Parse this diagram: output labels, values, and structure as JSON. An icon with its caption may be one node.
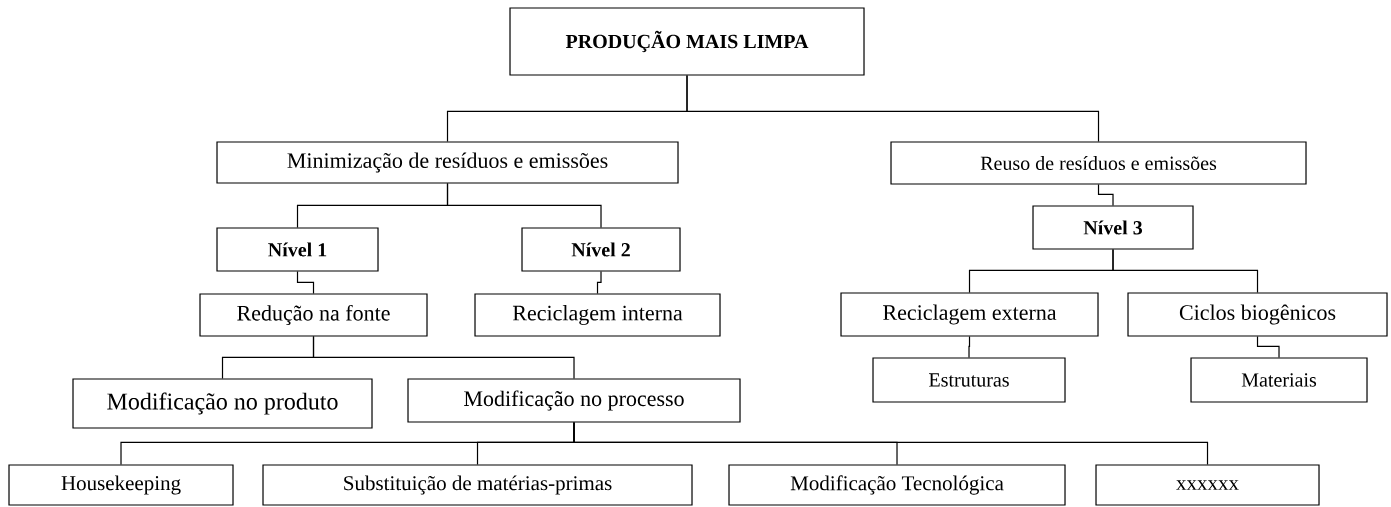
{
  "diagram": {
    "nodes": [
      {
        "text": [
          "PRODUÇÃO MAIS LIMPA"
        ]
      },
      {
        "text": [
          "Minimização de resíduos e emissões"
        ]
      },
      {
        "text": [
          "Reuso de resíduos e emissões"
        ]
      },
      {
        "text": [
          "Nível 1"
        ]
      },
      {
        "text": [
          "Nível 2"
        ]
      },
      {
        "text": [
          "Nível 3"
        ]
      },
      {
        "text": [
          "Redução na fonte"
        ]
      },
      {
        "text": [
          "Reciclagem interna"
        ]
      },
      {
        "text": [
          "Reciclagem externa"
        ]
      },
      {
        "text": [
          "Ciclos biogênicos"
        ]
      },
      {
        "text": [
          "Modificação no produto"
        ]
      },
      {
        "text": [
          "Modificação no processo"
        ]
      },
      {
        "text": [
          "Estruturas"
        ]
      },
      {
        "text": [
          "Materiais"
        ]
      },
      {
        "text": [
          "Housekeeping"
        ]
      },
      {
        "text": [
          "Substituição de matérias-primas"
        ]
      },
      {
        "text": [
          "Modificação Tecnológica"
        ]
      },
      {
        "text": [
          "xxxxxx"
        ]
      }
    ],
    "edges": [
      {
        "from": 0,
        "to": 1,
        "arrow": "none"
      },
      {
        "from": 0,
        "to": 2,
        "arrow": "none"
      },
      {
        "from": 1,
        "to": 3,
        "arrow": "none"
      },
      {
        "from": 1,
        "to": 4,
        "arrow": "none"
      },
      {
        "from": 3,
        "to": 6,
        "arrow": "none"
      },
      {
        "from": 4,
        "to": 7,
        "arrow": "none"
      },
      {
        "from": 2,
        "to": 5,
        "arrow": "none"
      },
      {
        "from": 5,
        "to": 8,
        "arrow": "none"
      },
      {
        "from": 5,
        "to": 9,
        "arrow": "none"
      },
      {
        "from": 8,
        "to": 12,
        "arrow": "none"
      },
      {
        "from": 9,
        "to": 13,
        "arrow": "none"
      },
      {
        "from": 6,
        "to": 10,
        "arrow": "none"
      },
      {
        "from": 6,
        "to": 11,
        "arrow": "none"
      },
      {
        "from": 11,
        "to": 14,
        "arrow": "none"
      },
      {
        "from": 11,
        "to": 15,
        "arrow": "none"
      },
      {
        "from": 11,
        "to": 16,
        "arrow": "none"
      },
      {
        "from": 11,
        "to": 17,
        "arrow": "none"
      }
    ]
  }
}
